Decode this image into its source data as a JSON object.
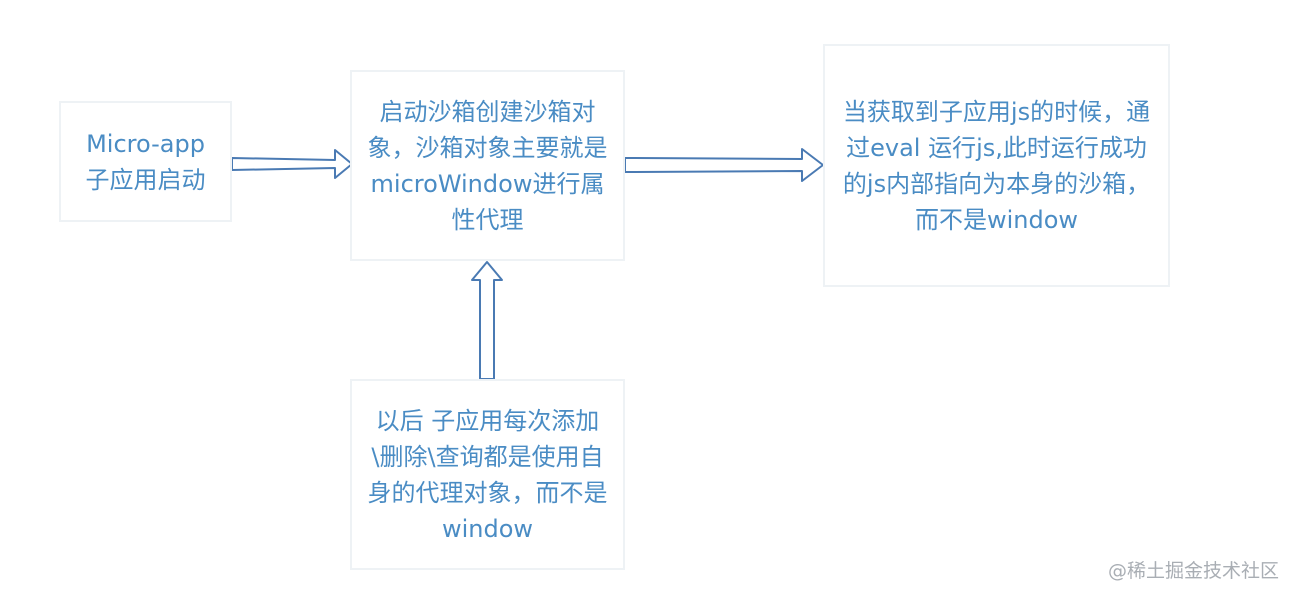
{
  "boxes": {
    "app_start": "Micro-app\n子应用启动",
    "sandbox": "启动沙箱创建沙箱对象，沙箱对象主要就是microWindow进行属性代理",
    "eval": "当获取到子应用js的时候，通过eval 运行js,此时运行成功的js内部指向为本身的沙箱，而不是window",
    "later": "以后 子应用每次添加\\删除\\查询都是使用自身的代理对象，而不是window"
  },
  "watermark": "@稀土掘金技术社区",
  "colors": {
    "text": "#4a8cc4",
    "arrow_stroke": "#4a7ab3",
    "box_border": "#eef2f5"
  }
}
